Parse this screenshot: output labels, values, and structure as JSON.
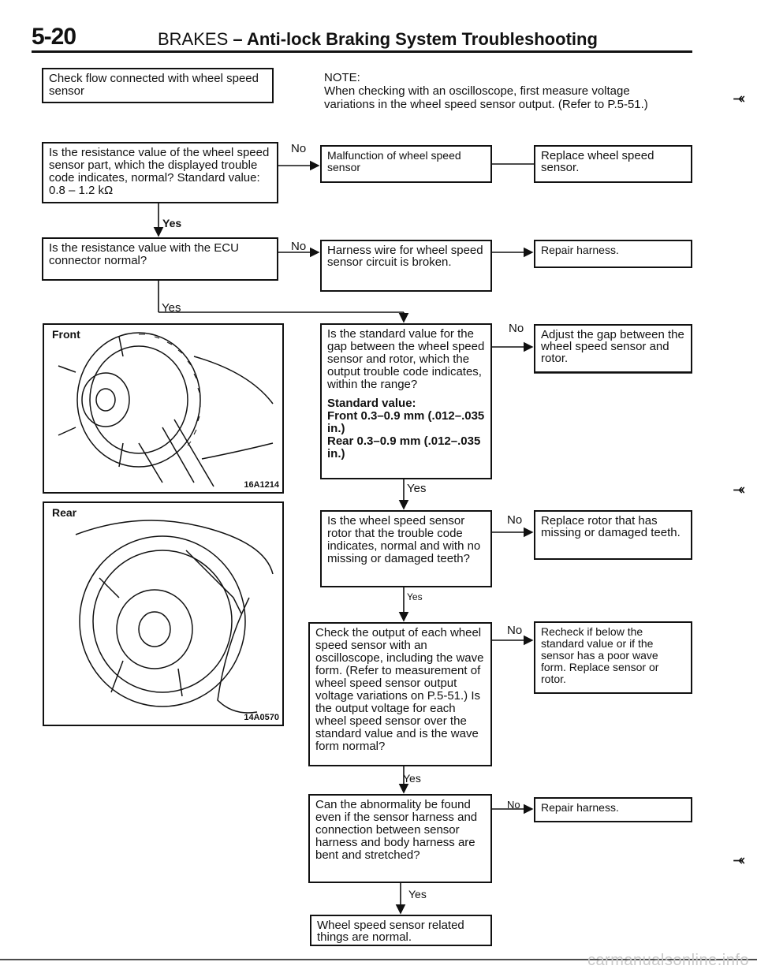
{
  "header": {
    "page_number": "5-20",
    "section": "BRAKES",
    "dash": "–",
    "title": "Anti-lock Braking System Troubleshooting"
  },
  "flow_title": "Check flow connected with wheel speed sensor",
  "note": {
    "label": "NOTE:",
    "text": "When checking with an oscilloscope, first measure voltage variations in the wheel speed sensor output. (Refer to P.5-51.)"
  },
  "steps": {
    "q1": "Is the resistance value of the wheel speed sensor part, which the displayed trouble code indicates, normal? Standard value: 0.8 – 1.2 kΩ",
    "q1_no_result": "Malfunction of wheel speed sensor",
    "q1_action": "Replace wheel speed sensor.",
    "q2": "Is the resistance value with the ECU connector normal?",
    "q2_no_result": "Harness wire for wheel speed sensor circuit is broken.",
    "q2_action": "Repair harness.",
    "q3": "Is the standard value for the gap between the wheel speed sensor and rotor, which the output trouble code indicates, within the range?",
    "q3_std_label": "Standard value:",
    "q3_std_front": "Front 0.3–0.9 mm (.012–.035 in.)",
    "q3_std_rear": "Rear 0.3–0.9 mm (.012–.035 in.)",
    "q3_action": "Adjust the gap between the wheel speed sensor and rotor.",
    "q4": "Is the wheel speed sensor rotor that the trouble code indicates, normal and with no missing or damaged teeth?",
    "q4_action": "Replace rotor that has missing or damaged teeth.",
    "q5": "Check the output of each wheel speed sensor with an oscilloscope, including the wave form. (Refer to measurement of wheel speed sensor output voltage variations on P.5-51.) Is the output voltage for each wheel speed sensor over the standard value and is the wave form normal?",
    "q5_action": "Recheck if below the standard value or if the sensor has a poor wave form. Replace sensor or rotor.",
    "q6": "Can the abnormality be found even if the sensor harness and connection between sensor harness and body harness are bent and stretched?",
    "q6_action": "Repair harness.",
    "end": "Wheel speed sensor related things are normal."
  },
  "labels": {
    "yes": "Yes",
    "no": "No"
  },
  "figures": {
    "front": {
      "caption": "Front",
      "code": "16A1214"
    },
    "rear": {
      "caption": "Rear",
      "code": "14A0570"
    }
  },
  "watermark": "carmanualsonline.info"
}
